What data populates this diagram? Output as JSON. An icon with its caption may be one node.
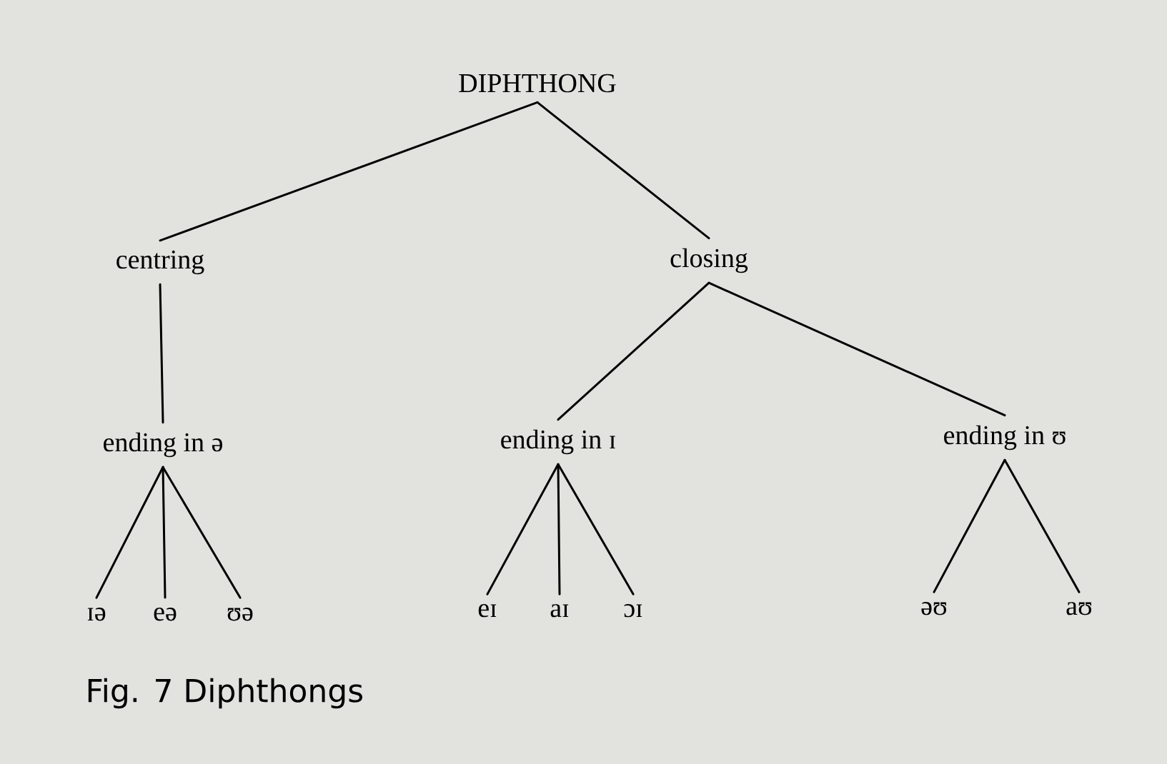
{
  "diagram": {
    "caption": "Fig. 7 Diphthongs",
    "nodes": [
      {
        "text": [
          "DIPHTHONG"
        ]
      },
      {
        "text": [
          "centring"
        ]
      },
      {
        "text": [
          "closing"
        ]
      },
      {
        "text": [
          "ending in ə"
        ]
      },
      {
        "text": [
          "ending in ɪ"
        ]
      },
      {
        "text": [
          "ending in ʊ"
        ]
      },
      {
        "text": [
          "ɪə"
        ]
      },
      {
        "text": [
          "eə"
        ]
      },
      {
        "text": [
          "ʊə"
        ]
      },
      {
        "text": [
          "eɪ"
        ]
      },
      {
        "text": [
          "aɪ"
        ]
      },
      {
        "text": [
          "ɔɪ"
        ]
      },
      {
        "text": [
          "əʊ"
        ]
      },
      {
        "text": [
          "aʊ"
        ]
      }
    ],
    "edges": [
      {
        "from": 0,
        "to": 1,
        "arrow": "none"
      },
      {
        "from": 0,
        "to": 2,
        "arrow": "none"
      },
      {
        "from": 1,
        "to": 3,
        "arrow": "none"
      },
      {
        "from": 2,
        "to": 4,
        "arrow": "none"
      },
      {
        "from": 2,
        "to": 5,
        "arrow": "none"
      },
      {
        "from": 3,
        "to": 6,
        "arrow": "none"
      },
      {
        "from": 3,
        "to": 7,
        "arrow": "none"
      },
      {
        "from": 3,
        "to": 8,
        "arrow": "none"
      },
      {
        "from": 4,
        "to": 9,
        "arrow": "none"
      },
      {
        "from": 4,
        "to": 10,
        "arrow": "none"
      },
      {
        "from": 4,
        "to": 11,
        "arrow": "none"
      },
      {
        "from": 5,
        "to": 12,
        "arrow": "none"
      },
      {
        "from": 5,
        "to": 13,
        "arrow": "none"
      }
    ]
  }
}
